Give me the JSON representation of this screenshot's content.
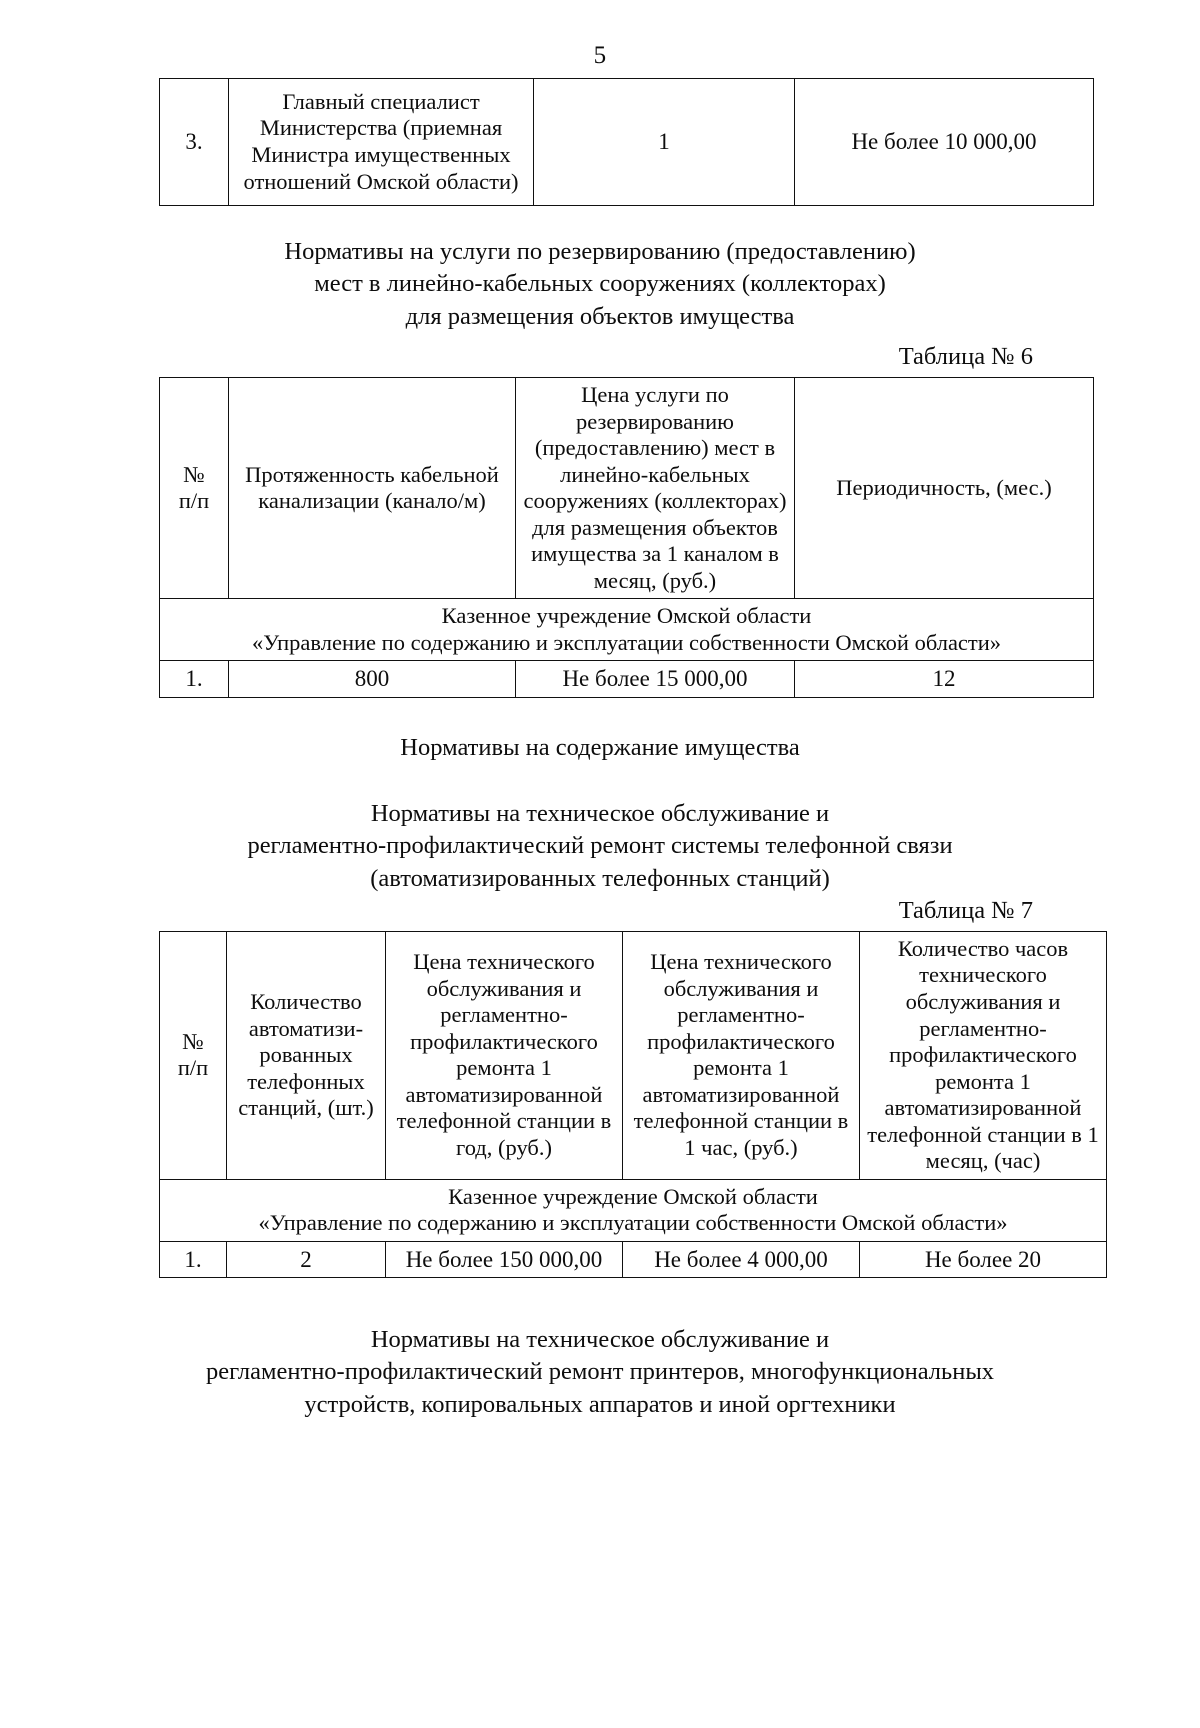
{
  "document": {
    "page_number": "5",
    "language": "ru"
  },
  "table_continued": {
    "columns": [
      "",
      "",
      "",
      ""
    ],
    "rows": [
      {
        "no": "3.",
        "position": "Главный специалист Министерства (приемная Министра имущественных отношений Омской области)",
        "count": "1",
        "price": "Не более 10 000,00"
      }
    ]
  },
  "section_reservation": {
    "heading_line1": "Нормативы на услуги по резервированию (предоставлению)",
    "heading_line2": "мест в линейно-кабельных сооружениях (коллекторах)",
    "heading_line3": "для размещения объектов имущества",
    "table_label": "Таблица № 6",
    "headers": {
      "col1_line1": "№",
      "col1_line2": "п/п",
      "col2": "Протяженность кабельной канализации (канало/м)",
      "col3": "Цена услуги по резервированию (предоставлению) мест в линейно-кабельных сооружениях (коллекторах) для размещения объектов имущества за 1 каналом в месяц, (руб.)",
      "col4": "Периодичность, (мес.)"
    },
    "institution_line1": "Казенное учреждение Омской области",
    "institution_line2": "«Управление по содержанию и эксплуатации собственности Омской области»",
    "rows": [
      {
        "no": "1.",
        "length": "800",
        "price": "Не более 15 000,00",
        "periodicity": "12"
      }
    ]
  },
  "section_maintenance": {
    "heading": "Нормативы на содержание имущества"
  },
  "section_pbx": {
    "heading_line1": "Нормативы на техническое обслуживание и",
    "heading_line2": "регламентно-профилактический ремонт системы телефонной связи",
    "heading_line3": "(автоматизированных телефонных станций)",
    "table_label": "Таблица № 7",
    "headers": {
      "col1_line1": "№",
      "col1_line2": "п/п",
      "col2": "Количество автоматизи-рованных телефонных станций, (шт.)",
      "col3": "Цена технического обслуживания и регламентно-профилактического ремонта 1 автоматизированной телефонной станции в год, (руб.)",
      "col4": "Цена технического обслуживания и регламентно-профилактического ремонта 1 автоматизированной телефонной станции в 1 час, (руб.)",
      "col5": "Количество часов технического обслуживания и регламентно-профилактического ремонта 1 автоматизированной телефонной станции в 1 месяц, (час)"
    },
    "institution_line1": "Казенное учреждение Омской области",
    "institution_line2": "«Управление по содержанию и эксплуатации собственности Омской области»",
    "rows": [
      {
        "no": "1.",
        "count": "2",
        "price_year": "Не более 150 000,00",
        "price_hour": "Не более 4 000,00",
        "hours_month": "Не более 20"
      }
    ]
  },
  "section_printers": {
    "heading_line1": "Нормативы на техническое обслуживание и",
    "heading_line2": "регламентно-профилактический ремонт принтеров, многофункциональных",
    "heading_line3": "устройств, копировальных аппаратов и иной оргтехники"
  }
}
